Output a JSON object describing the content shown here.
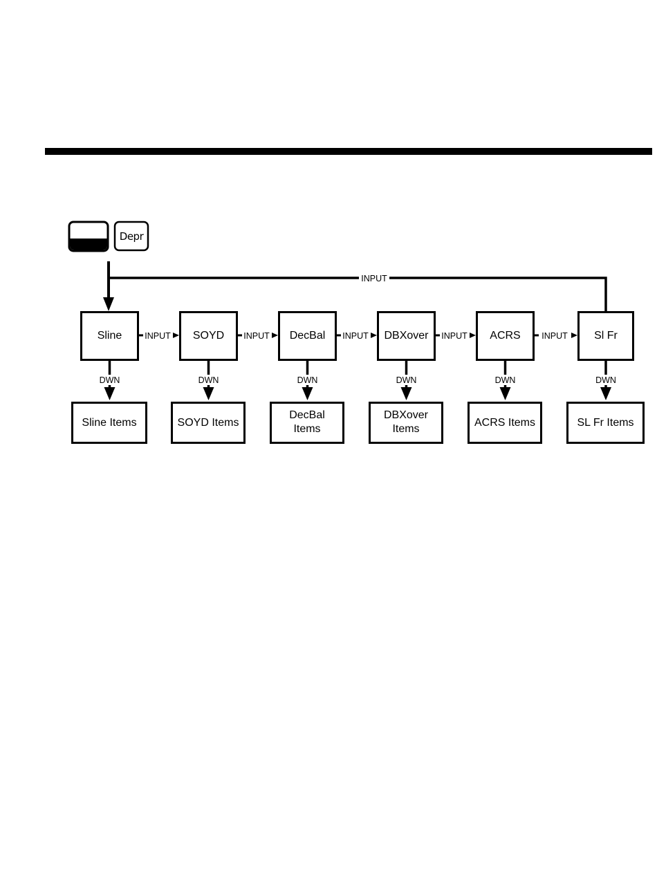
{
  "keys": {
    "shift_key": "",
    "depr_key": "Depr"
  },
  "loop_label": "INPUT",
  "modes": [
    {
      "label": "Sline",
      "item_lines": [
        "Sline Items"
      ]
    },
    {
      "label": "SOYD",
      "item_lines": [
        "SOYD Items"
      ]
    },
    {
      "label": "DecBal",
      "item_lines": [
        "DecBal",
        "Items"
      ]
    },
    {
      "label": "DBXover",
      "item_lines": [
        "DBXover",
        "Items"
      ]
    },
    {
      "label": "ACRS",
      "item_lines": [
        "ACRS Items"
      ]
    },
    {
      "label": "Sl Fr",
      "item_lines": [
        "SL Fr Items"
      ]
    }
  ],
  "next_label": "INPUT",
  "down_label": "DWN"
}
